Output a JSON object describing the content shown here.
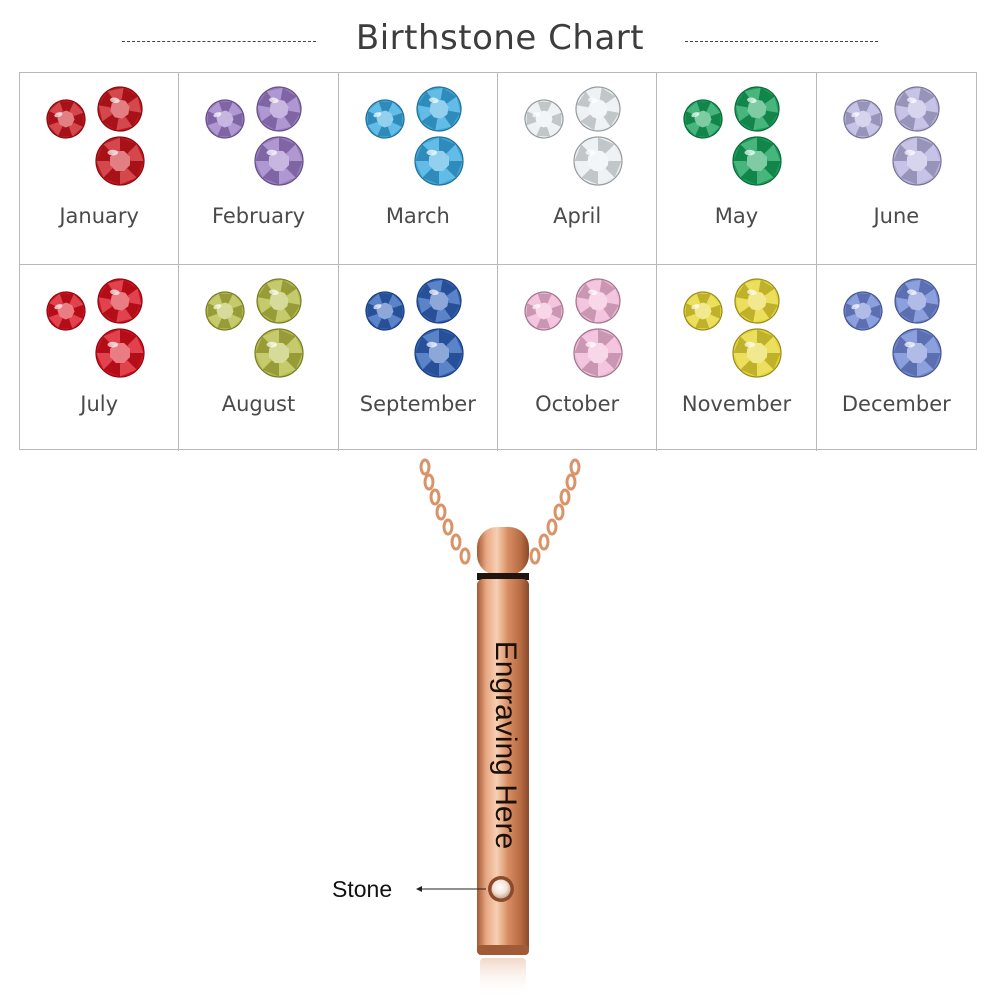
{
  "chart": {
    "title": "Birthstone Chart",
    "months": [
      {
        "label": "January",
        "color": "#c8161d"
      },
      {
        "label": "February",
        "color": "#9a7bc6"
      },
      {
        "label": "March",
        "color": "#3aa9e0"
      },
      {
        "label": "April",
        "color": "#e8eef2"
      },
      {
        "label": "May",
        "color": "#16a05a"
      },
      {
        "label": "June",
        "color": "#b7b2e0"
      },
      {
        "label": "July",
        "color": "#d8101e"
      },
      {
        "label": "August",
        "color": "#b6bd45"
      },
      {
        "label": "September",
        "color": "#2f61b8"
      },
      {
        "label": "October",
        "color": "#f2b6d6"
      },
      {
        "label": "November",
        "color": "#e6d533"
      },
      {
        "label": "December",
        "color": "#6f86d4"
      }
    ]
  },
  "product": {
    "engraving_text": "Engraving Here",
    "stone_label": "Stone",
    "metal_color": "#d9956d"
  }
}
